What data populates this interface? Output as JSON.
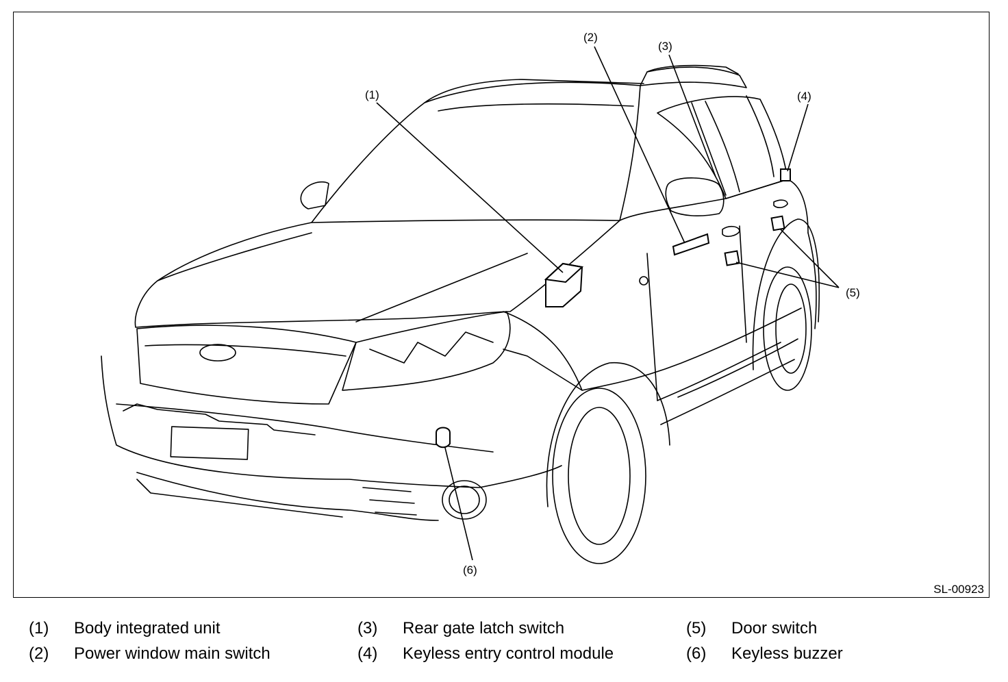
{
  "figure_code": "SL-00923",
  "callouts": [
    "(1)",
    "(2)",
    "(3)",
    "(4)",
    "(5)",
    "(6)"
  ],
  "legend": [
    {
      "num": "(1)",
      "text": "Body integrated unit"
    },
    {
      "num": "(2)",
      "text": "Power window main switch"
    },
    {
      "num": "(3)",
      "text": "Rear gate latch switch"
    },
    {
      "num": "(4)",
      "text": "Keyless entry control module"
    },
    {
      "num": "(5)",
      "text": "Door switch"
    },
    {
      "num": "(6)",
      "text": "Keyless buzzer"
    }
  ]
}
